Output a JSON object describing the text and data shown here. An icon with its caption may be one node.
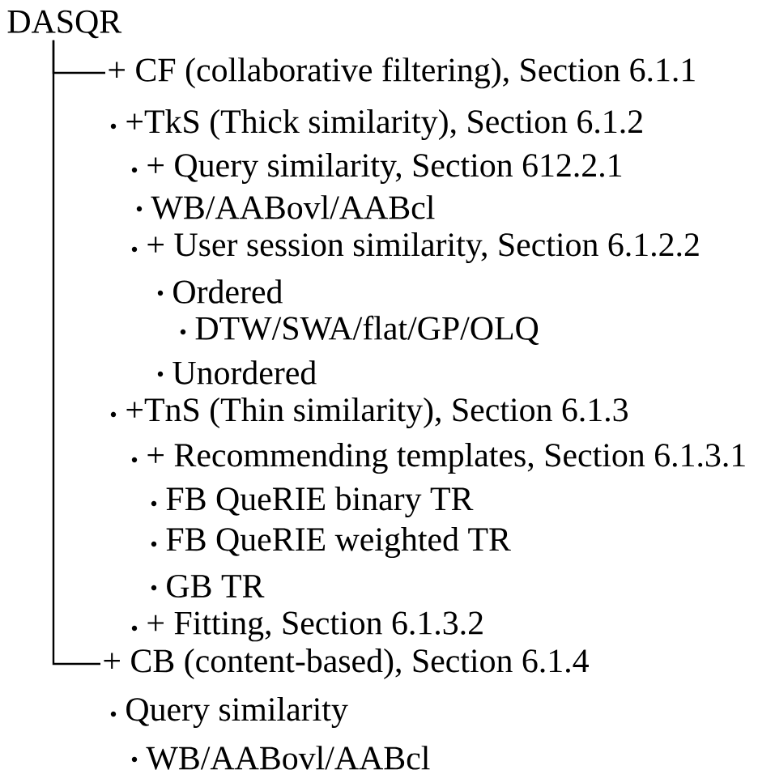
{
  "diagram": {
    "nodes": [
      {
        "text": [
          "DASQR"
        ]
      },
      {
        "text": [
          "+ CF (collaborative filtering), Section 6.1.1"
        ]
      },
      {
        "text": [
          "+ CB (content-based), Section 6.1.4"
        ]
      }
    ],
    "edges": [
      {
        "from": 0,
        "to": 1,
        "arrow": "none"
      },
      {
        "from": 0,
        "to": 2,
        "arrow": "none"
      }
    ],
    "labels": [
      "+TkS (Thick similarity), Section 6.1.2",
      "+ Query similarity, Section 612.2.1",
      "WB/AABovl/AABcl",
      "+ User session similarity, Section 6.1.2.2",
      "Ordered",
      "DTW/SWA/flat/GP/OLQ",
      "Unordered",
      "+TnS (Thin similarity), Section 6.1.3",
      "+ Recommending templates, Section 6.1.3.1",
      "FB QueRIE binary TR",
      "FB QueRIE weighted TR",
      "GB TR",
      "+ Fitting, Section 6.1.3.2",
      "Query similarity",
      "WB/AABovl/AABcl"
    ]
  }
}
